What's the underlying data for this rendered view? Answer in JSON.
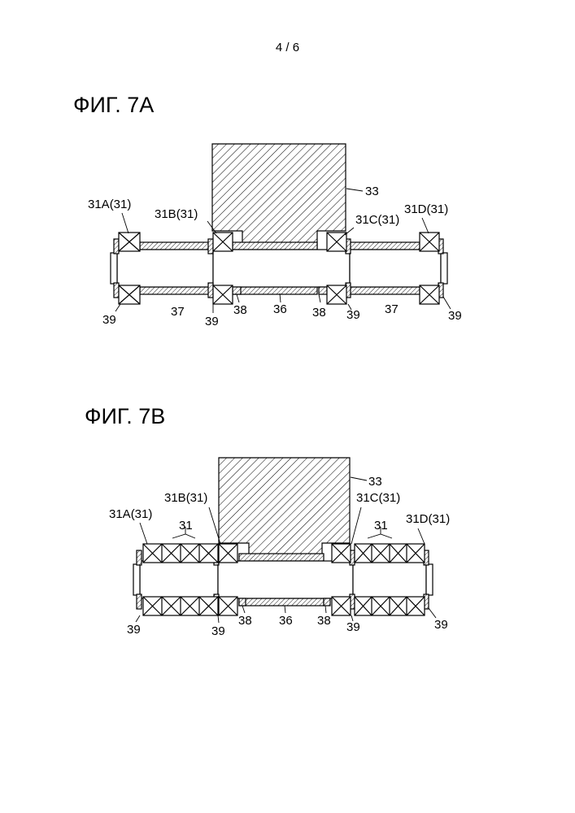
{
  "page_number": "4 / 6",
  "figures": {
    "fig7a": {
      "title": "ФИГ. 7A",
      "labels": {
        "bearing_a": "31A(31)",
        "bearing_b": "31B(31)",
        "bearing_c": "31C(31)",
        "bearing_d": "31D(31)",
        "rotor": "33",
        "inner_shaft_left": "37",
        "inner_shaft_right": "37",
        "center_shaft": "36",
        "spacer_left": "38",
        "spacer_right": "38",
        "fastener_1": "39",
        "fastener_2": "39",
        "fastener_3": "39",
        "fastener_4": "39"
      }
    },
    "fig7b": {
      "title": "ФИГ. 7B",
      "labels": {
        "bearing_a": "31A(31)",
        "bearing_b": "31B(31)",
        "bearing_c": "31C(31)",
        "bearing_d": "31D(31)",
        "rotor": "33",
        "bearing_group_left": "31",
        "bearing_group_right": "31",
        "center_shaft": "36",
        "spacer_left": "38",
        "spacer_right": "38",
        "fastener_1": "39",
        "fastener_2": "39",
        "fastener_3": "39",
        "fastener_4": "39"
      }
    }
  }
}
